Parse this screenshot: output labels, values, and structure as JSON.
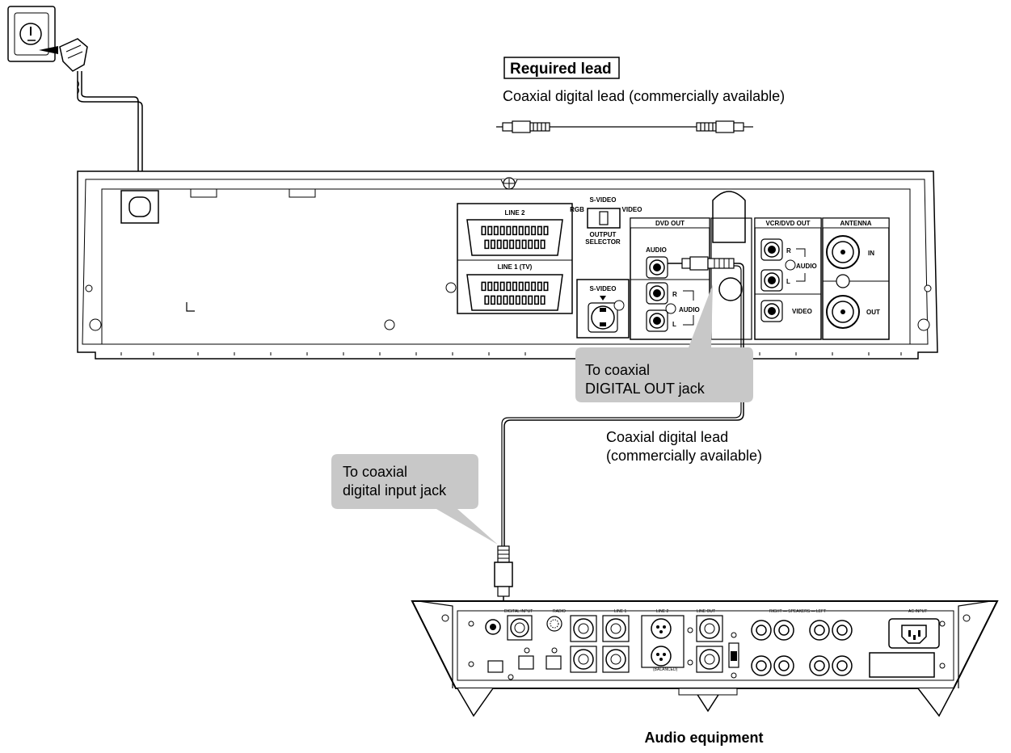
{
  "required_lead": {
    "heading": "Required lead",
    "description": "Coaxial digital lead (commercially available)"
  },
  "callouts": {
    "digital_out_line1": "To coaxial",
    "digital_out_line2": "DIGITAL OUT jack",
    "digital_in_line1": "To coaxial",
    "digital_in_line2": "digital input jack"
  },
  "cable_label": {
    "line1": "Coaxial digital lead",
    "line2": "(commercially available)"
  },
  "audio_equipment_label": "Audio equipment",
  "panel": {
    "line2": "LINE 2",
    "line1": "LINE 1 (TV)",
    "s_video_top": "S-VIDEO",
    "rgb": "RGB",
    "video_sel": "VIDEO",
    "output": "OUTPUT",
    "selector": "SELECTOR",
    "dvd_out": "DVD OUT",
    "audio": "AUDIO",
    "s_video": "S-VIDEO",
    "r": "R",
    "l": "L",
    "audio_side": "AUDIO",
    "vcr_dvd_out": "VCR/DVD OUT",
    "antenna": "ANTENNA",
    "in": "IN",
    "out": "OUT",
    "video": "VIDEO"
  },
  "amp": {
    "digital_input": "DIGITAL INPUT",
    "radio": "RADIO",
    "line_1": "LINE 1",
    "line_2": "LINE 2",
    "line_out": "LINE OUT",
    "speakers": "RIGHT — SPEAKERS — LEFT",
    "ac_input": "AC INPUT",
    "balanced": "(BALANCED)"
  },
  "colors": {
    "callout_fill": "#c8c8c8",
    "line": "#000000"
  }
}
